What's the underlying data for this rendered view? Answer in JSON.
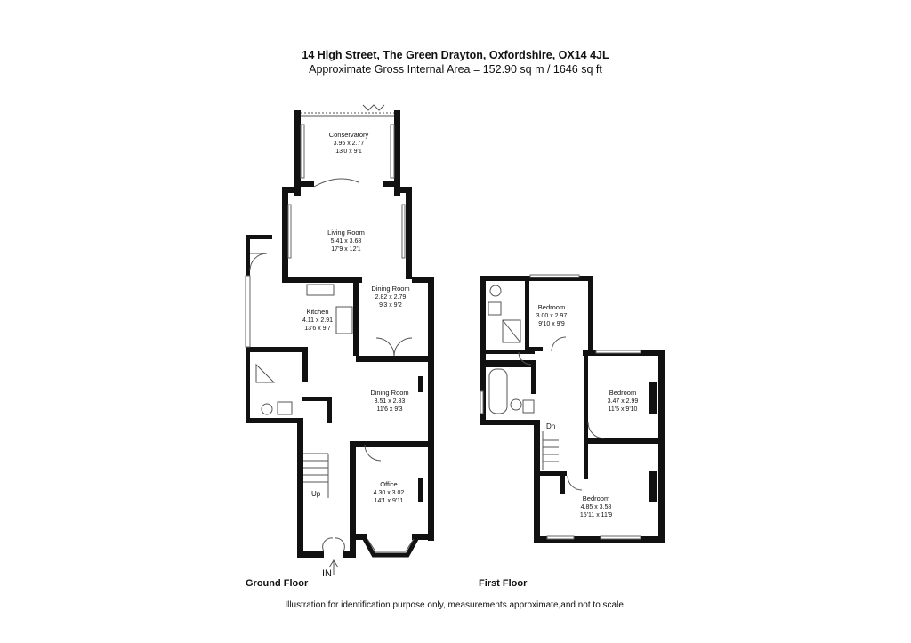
{
  "header": {
    "address": "14 High Street, The Green Drayton, Oxfordshire, OX14 4JL",
    "area": "Approximate Gross Internal Area = 152.90 sq m / 1646 sq ft"
  },
  "ground_floor": {
    "label": "Ground Floor",
    "rooms": [
      {
        "name": "Conservatory",
        "metric": "3.95 x 2.77",
        "imperial": "13'0 x 9'1"
      },
      {
        "name": "Living Room",
        "metric": "5.41 x 3.68",
        "imperial": "17'9 x 12'1"
      },
      {
        "name": "Dining Room",
        "metric": "2.82 x 2.79",
        "imperial": "9'3 x 9'2"
      },
      {
        "name": "Kitchen",
        "metric": "4.11 x 2.91",
        "imperial": "13'6 x 9'7"
      },
      {
        "name": "Dining Room",
        "metric": "3.51 x 2.83",
        "imperial": "11'6 x 9'3"
      },
      {
        "name": "Office",
        "metric": "4.30 x 3.02",
        "imperial": "14'1 x 9'11"
      }
    ],
    "stair_label": "Up",
    "entrance_label": "IN"
  },
  "first_floor": {
    "label": "First Floor",
    "rooms": [
      {
        "name": "Bedroom",
        "metric": "3.00 x 2.97",
        "imperial": "9'10 x 9'9"
      },
      {
        "name": "Bedroom",
        "metric": "3.47 x 2.99",
        "imperial": "11'5 x 9'10"
      },
      {
        "name": "Bedroom",
        "metric": "4.85 x 3.58",
        "imperial": "15'11 x 11'9"
      }
    ],
    "stair_label": "Dn"
  },
  "footer": {
    "disclaimer": "Illustration for identification purpose only, measurements approximate,and not to scale."
  }
}
